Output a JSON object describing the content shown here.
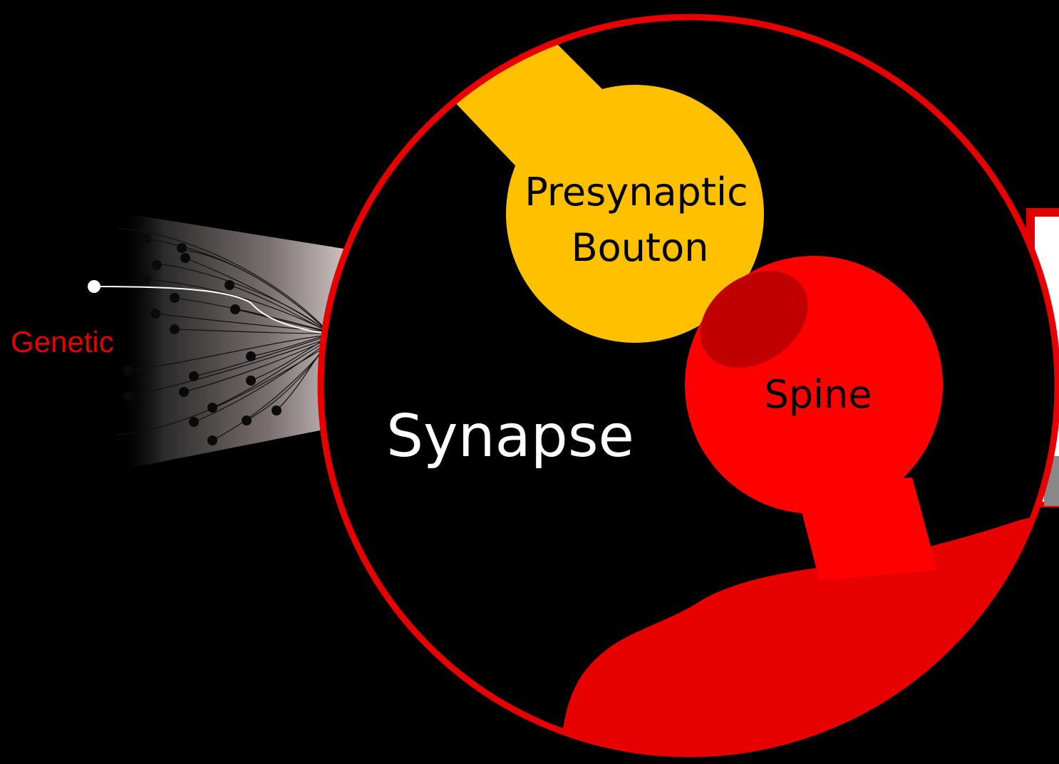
{
  "colors": {
    "background": "#000000",
    "accent_red": "#E60000",
    "spine_red": "#FF0000",
    "spine_cap": "#C00000",
    "bouton_yellow": "#FFC000",
    "text_white": "#FFFFFF",
    "text_black": "#000000"
  },
  "labels": {
    "genetic": "Genetic",
    "presynaptic_line1": "Presynaptic",
    "presynaptic_line2": "Bouton",
    "spine": "Spine",
    "synapse": "Synapse"
  },
  "icons": {
    "node": "white-dot",
    "neurons": "black-dots-with-curves"
  }
}
